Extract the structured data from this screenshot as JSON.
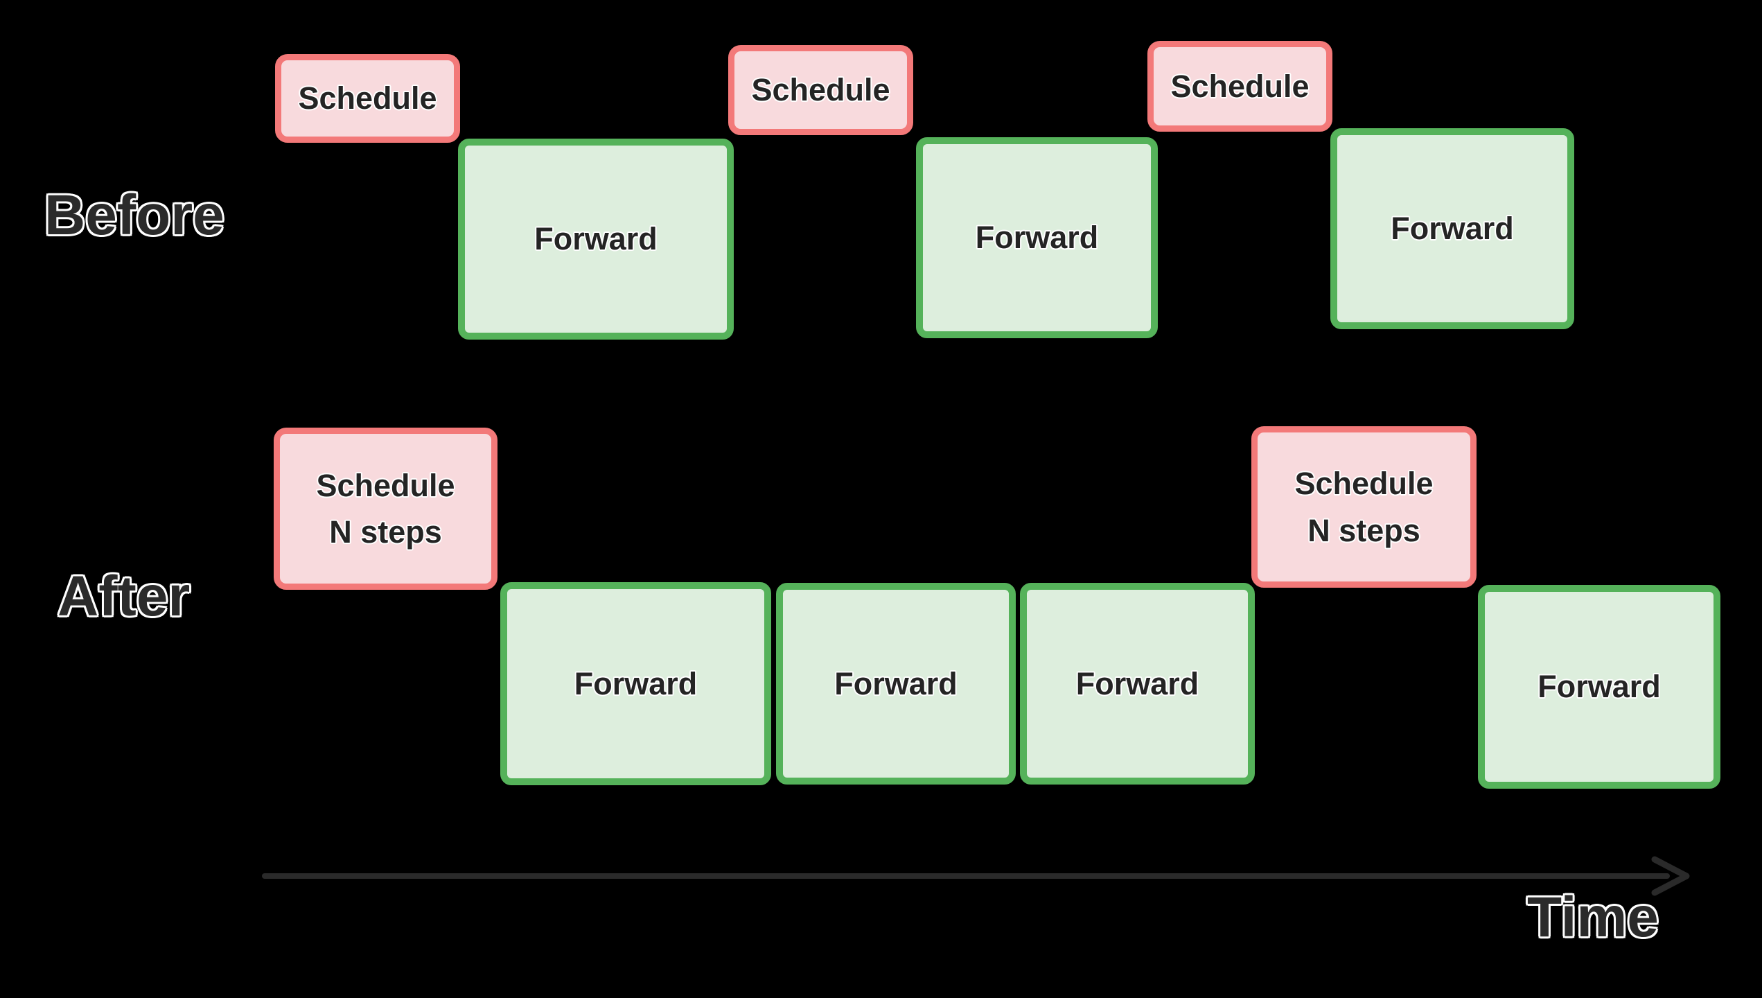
{
  "colors": {
    "background": "#000000",
    "schedule_fill": "#f8dadd",
    "schedule_border": "#f37979",
    "forward_fill": "#ddeedd",
    "forward_border": "#55b25a",
    "text_dark": "#242424",
    "label_dark": "#2b2b2b",
    "arrow": "#2a2a2a",
    "halo": "#ffffff"
  },
  "before": {
    "label": "Before",
    "schedule_label": "Schedule",
    "forward_label": "Forward"
  },
  "after": {
    "label": "After",
    "schedule_line1": "Schedule",
    "schedule_line2": "N steps",
    "forward_label": "Forward"
  },
  "axis": {
    "label": "Time"
  }
}
